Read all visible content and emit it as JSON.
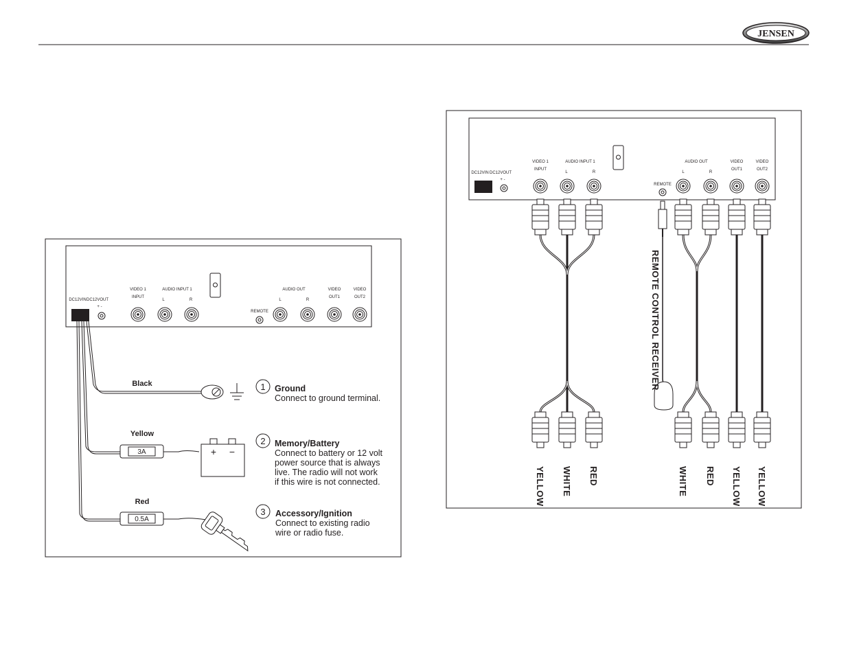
{
  "header": {
    "logo_text": "JENSEN"
  },
  "panel": {
    "dc_in": "DC12VIN",
    "dc_out": "DC12VOUT",
    "dc_symbol": "+ -",
    "video1": "VIDEO 1",
    "input": "INPUT",
    "audio_input": "AUDIO INPUT 1",
    "left": "L",
    "right": "R",
    "remote": "REMOTE",
    "audio_out": "AUDIO OUT",
    "video": "VIDEO",
    "out1": "OUT1",
    "out2": "OUT2"
  },
  "power_wiring": {
    "wires": [
      {
        "color": "Black",
        "fuse": ""
      },
      {
        "color": "Yellow",
        "fuse": "3A"
      },
      {
        "color": "Red",
        "fuse": "0.5A"
      }
    ],
    "items": [
      {
        "number": "1",
        "title": "Ground",
        "desc": [
          "Connect to ground terminal."
        ]
      },
      {
        "number": "2",
        "title": "Memory/Battery",
        "desc": [
          "Connect to battery or 12 volt",
          "power source that is always",
          "live. The radio will not work",
          "if this wire is not connected."
        ]
      },
      {
        "number": "3",
        "title": "Accessory/Ignition",
        "desc": [
          "Connect to existing radio",
          "wire or radio fuse."
        ]
      }
    ],
    "battery_symbols": {
      "plus": "+",
      "minus": "−"
    }
  },
  "av_wiring": {
    "remote_label": "REMOTE CONTROL RECEIVER",
    "cable_labels": [
      "YELLOW",
      "WHITE",
      "RED",
      "WHITE",
      "RED",
      "YELLOW",
      "YELLOW"
    ]
  }
}
